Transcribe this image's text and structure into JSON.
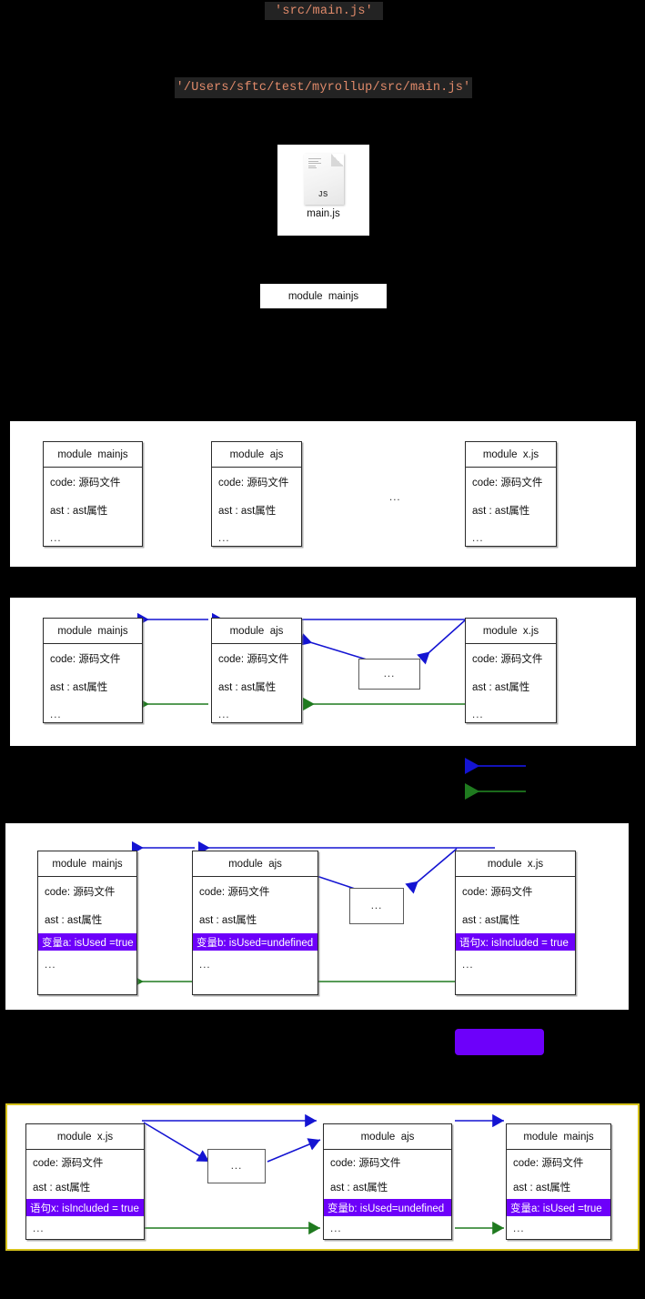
{
  "colors": {
    "background": "#000000",
    "panel": "#ffffff",
    "chip_bg": "#232323",
    "chip_text": "#e08a6a",
    "highlight_purple": "#6d00fa",
    "arrow_blue": "#1414d2",
    "arrow_green": "#1f7a1f",
    "panel4_border": "#d6c21b"
  },
  "entry_chip": {
    "text": "'src/main.js'"
  },
  "path_chip": {
    "text": "'/Users/sftc/test/myrollup/src/main.js'"
  },
  "file_card": {
    "icon": "js-file-icon",
    "icon_label": "JS",
    "caption": "main.js"
  },
  "module_chip": {
    "text": "module  mainjs"
  },
  "labels": {
    "code": "code: 源码文件",
    "ast": "ast : ast属性",
    "dots": "...",
    "title_mainjs": "module  mainjs",
    "title_ajs": "module  ajs",
    "title_xjs": "module  x.js",
    "var_a": "变量a: isUsed =true",
    "var_b": "变量b: isUsed=undefined",
    "stmt_x": "语句x: isIncluded = true"
  },
  "panel1": {
    "name": "module-list-panel",
    "separator": "...",
    "boxes": [
      {
        "title": "module  mainjs",
        "rows": [
          "code: 源码文件",
          "ast : ast属性",
          "..."
        ]
      },
      {
        "title": "module  ajs",
        "rows": [
          "code: 源码文件",
          "ast : ast属性",
          "..."
        ]
      },
      {
        "title": "module  x.js",
        "rows": [
          "code: 源码文件",
          "ast : ast属性",
          "..."
        ]
      }
    ]
  },
  "panel2": {
    "name": "module-graph-panel",
    "dots_box": "...",
    "boxes": [
      {
        "title": "module  mainjs",
        "rows": [
          "code: 源码文件",
          "ast : ast属性",
          "..."
        ]
      },
      {
        "title": "module  ajs",
        "rows": [
          "code: 源码文件",
          "ast : ast属性",
          "..."
        ]
      },
      {
        "title": "module  x.js",
        "rows": [
          "code: 源码文件",
          "ast : ast属性",
          "..."
        ]
      }
    ]
  },
  "legend": {
    "blue_arrow": "blue-left-arrow",
    "green_arrow": "green-left-arrow",
    "purple_swatch": "purple-highlight-swatch"
  },
  "panel3": {
    "name": "tree-shaking-marked-panel",
    "dots_box": "...",
    "boxes": [
      {
        "title": "module  mainjs",
        "rows": [
          "code: 源码文件",
          "ast : ast属性"
        ],
        "highlight": "变量a: isUsed =true",
        "tail": "..."
      },
      {
        "title": "module  ajs",
        "rows": [
          "code: 源码文件",
          "ast : ast属性"
        ],
        "highlight": "变量b: isUsed=undefined",
        "tail": "..."
      },
      {
        "title": "module  x.js",
        "rows": [
          "code: 源码文件",
          "ast : ast属性"
        ],
        "highlight": "语句x: isIncluded = true",
        "tail": "..."
      }
    ]
  },
  "panel4": {
    "name": "reversed-order-panel",
    "dots_box": "...",
    "boxes": [
      {
        "title": "module  x.js",
        "rows": [
          "code: 源码文件",
          "ast : ast属性"
        ],
        "highlight": "语句x: isIncluded = true",
        "tail": "..."
      },
      {
        "title": "module  ajs",
        "rows": [
          "code: 源码文件",
          "ast : ast属性"
        ],
        "highlight": "变量b: isUsed=undefined",
        "tail": "..."
      },
      {
        "title": "module  mainjs",
        "rows": [
          "code: 源码文件",
          "ast : ast属性"
        ],
        "highlight": "变量a: isUsed =true",
        "tail": "..."
      }
    ]
  }
}
